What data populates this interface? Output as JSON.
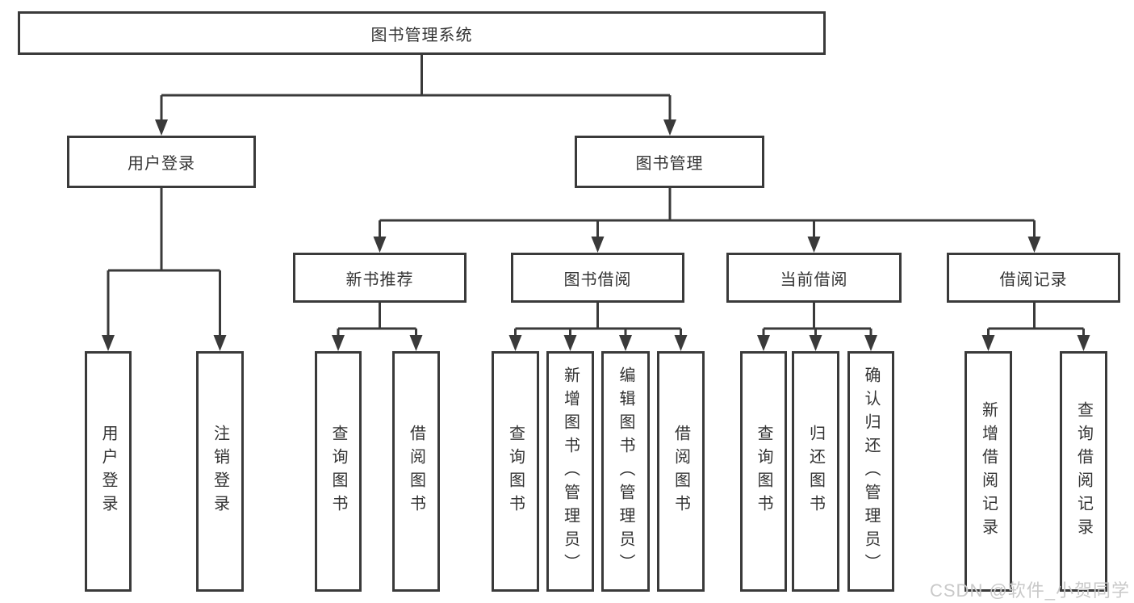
{
  "colors": {
    "background": "#ffffff",
    "line": "#3a3a3a",
    "box_border": "#3a3a3a",
    "box_fill": "#ffffff",
    "text": "#333333",
    "watermark": "#c9c9c9"
  },
  "tree": {
    "root": {
      "label": "图书管理系统"
    },
    "level2": [
      {
        "id": "user-login",
        "label": "用户登录"
      },
      {
        "id": "book-management",
        "label": "图书管理"
      }
    ],
    "level3": [
      {
        "id": "new-book-recommend",
        "label": "新书推荐"
      },
      {
        "id": "book-borrowing",
        "label": "图书借阅"
      },
      {
        "id": "current-borrowing",
        "label": "当前借阅"
      },
      {
        "id": "borrowing-records",
        "label": "借阅记录"
      }
    ],
    "leaves": {
      "user_login": [
        {
          "label": "用户登录"
        },
        {
          "label": "注销登录"
        }
      ],
      "new_book_recommend": [
        {
          "label": "查询图书"
        },
        {
          "label": "借阅图书"
        }
      ],
      "book_borrowing": [
        {
          "label": "查询图书"
        },
        {
          "label": "新增图书（管理员）"
        },
        {
          "label": "编辑图书（管理员）"
        },
        {
          "label": "借阅图书"
        }
      ],
      "current_borrowing": [
        {
          "label": "查询图书"
        },
        {
          "label": "归还图书"
        },
        {
          "label": "确认归还（管理员）"
        }
      ],
      "borrowing_records": [
        {
          "label": "新增借阅记录"
        },
        {
          "label": "查询借阅记录"
        }
      ]
    }
  },
  "watermark": {
    "text": "CSDN @软件_小贺同学"
  }
}
